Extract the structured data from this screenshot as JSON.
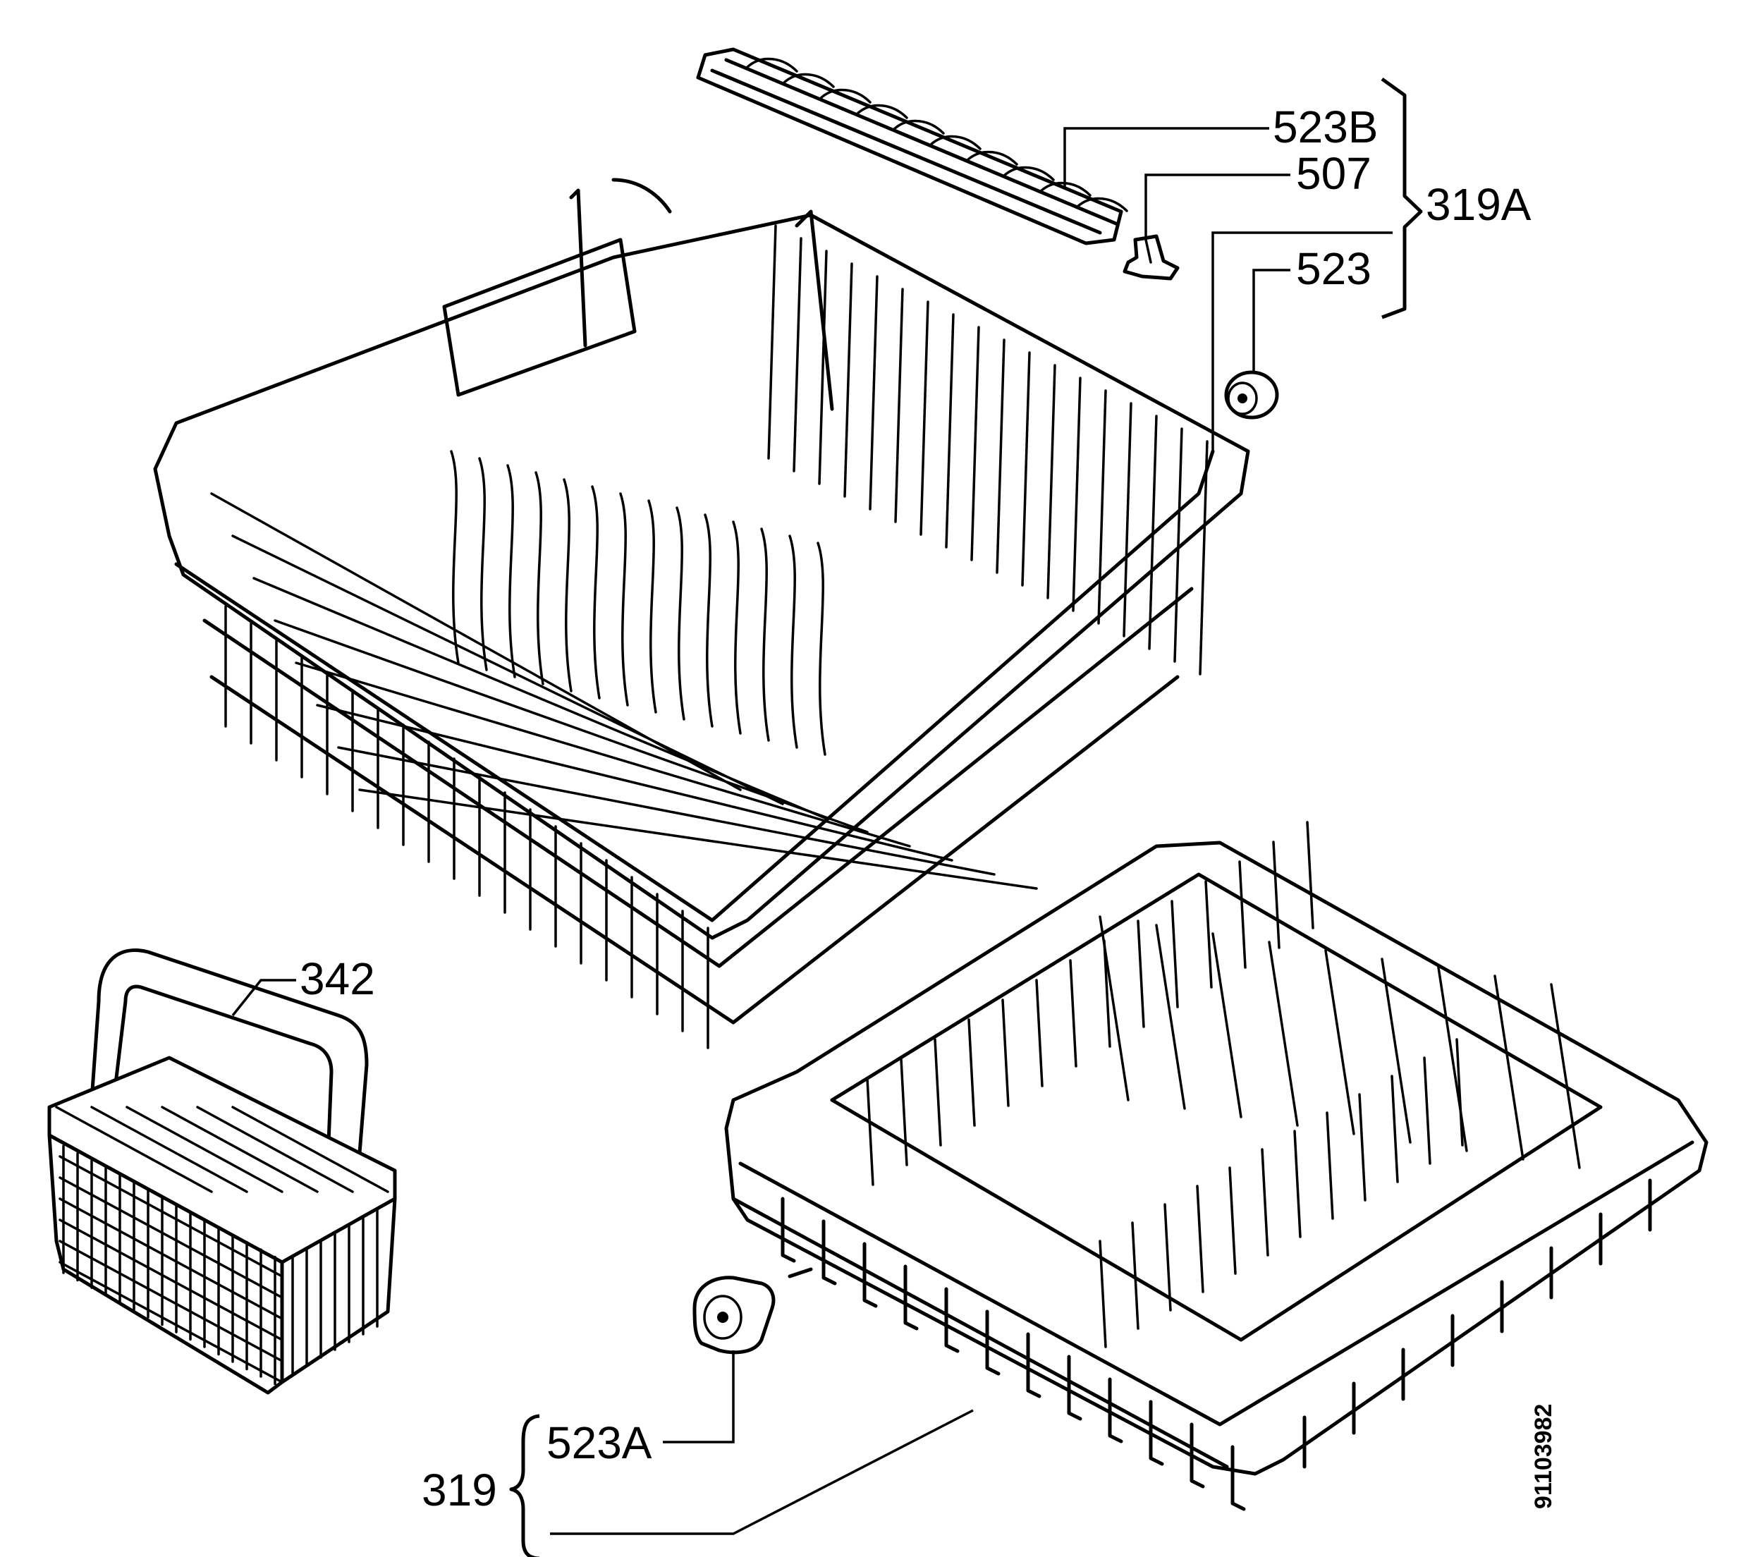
{
  "labels": {
    "part_523B": "523B",
    "part_507": "507",
    "part_319A": "319A",
    "part_523": "523",
    "part_342": "342",
    "part_523A": "523A",
    "part_319": "319",
    "document_code": "91103982"
  },
  "icons": {
    "upper_basket": "upper-basket-icon",
    "cup_rack": "cup-rack-icon",
    "wheel_clip": "wheel-clip-icon",
    "roller_wheel": "roller-wheel-icon",
    "cutlery_basket": "cutlery-basket-icon",
    "lower_basket": "lower-basket-icon"
  }
}
